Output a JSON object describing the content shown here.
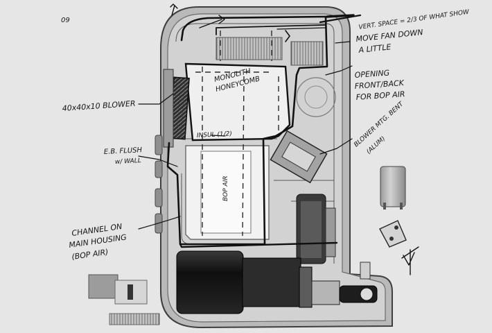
{
  "sheet": {
    "number": "09"
  },
  "annotations": {
    "vert_space": "VERT. SPACE = 2/3 OF WHAT SHOW",
    "move_fan_1": "MOVE FAN DOWN",
    "move_fan_2": "A LITTLE",
    "opening_1": "OPENING",
    "opening_2": "FRONT/BACK",
    "opening_3": "FOR BOP AIR",
    "monolith_1": "MONOLITH",
    "monolith_2": "HONEYCOMB",
    "blower": "40x40x10 BLOWER",
    "insul": "INSUL (1/2)",
    "blower_mtg_1": "BLOWER MTG. BENT",
    "blower_mtg_2": "(ALUM)",
    "eb_flush_1": "E.B. FLUSH",
    "eb_flush_2": "w/ WALL",
    "bop_air": "BOP AIR",
    "channel_1": "CHANNEL ON",
    "channel_2": "MAIN HOUSING",
    "channel_3": "(BOP AIR)"
  },
  "colors": {
    "paper": "#e6e6e6",
    "ink": "#111111",
    "housing": "#b8b8b8",
    "motor": "#1c1c1c"
  }
}
